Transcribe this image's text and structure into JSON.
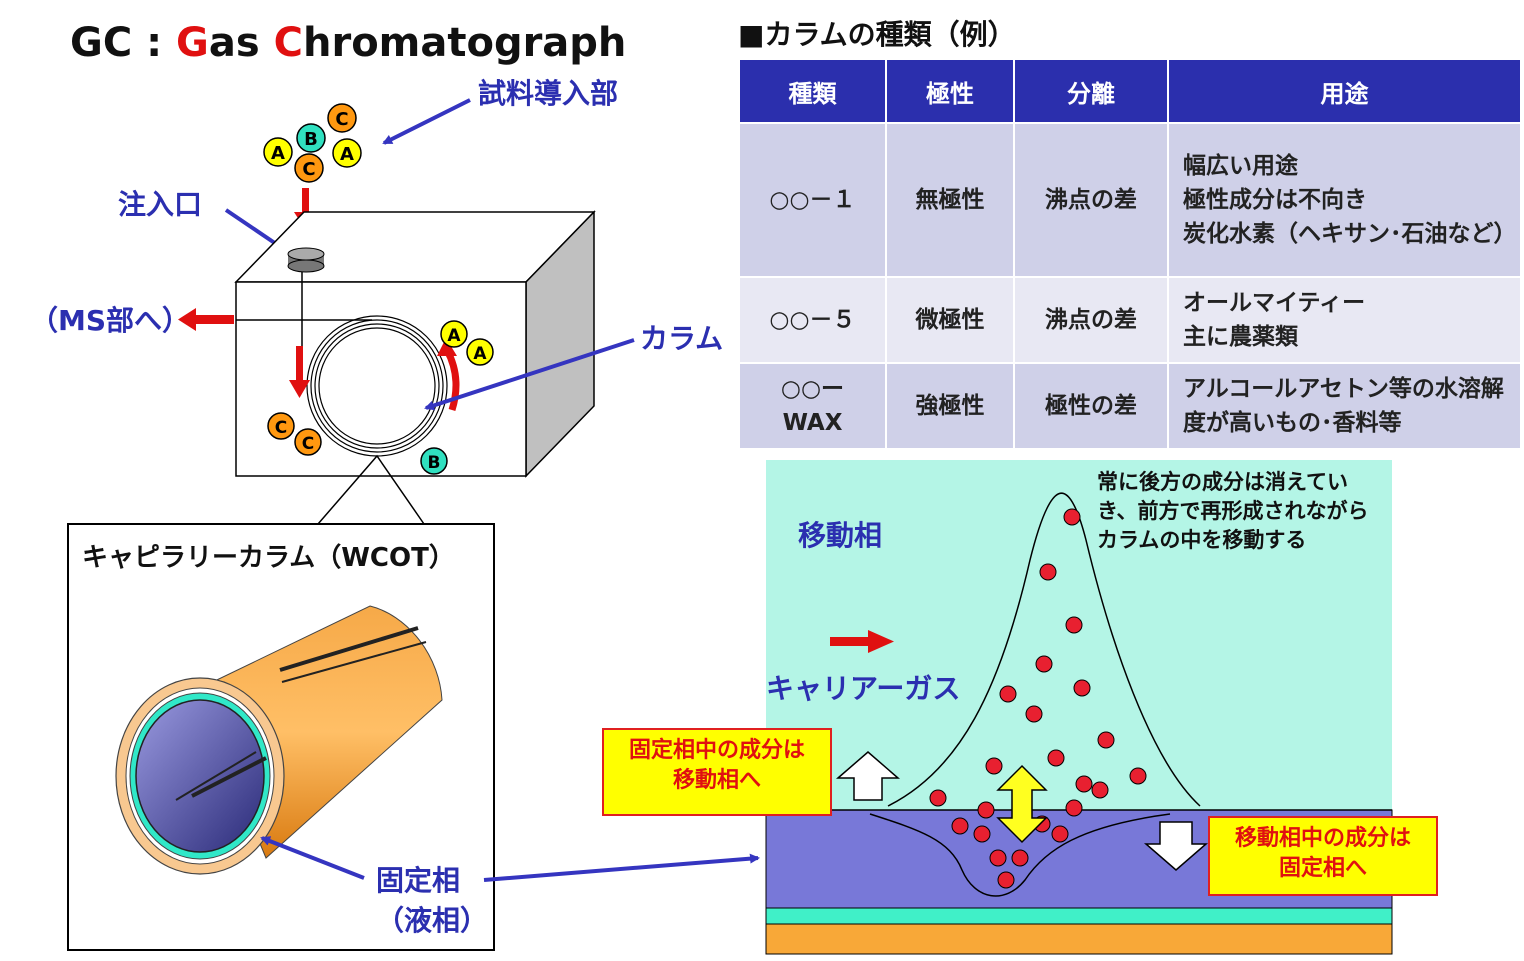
{
  "title": {
    "pre": "GC : ",
    "g": "G",
    "mid": "as ",
    "c": "C",
    "post": "hromatograph"
  },
  "labels": {
    "sample_inlet": "試料導入部",
    "injection_port": "注入口",
    "to_ms": "（MS部へ）",
    "column": "カラム",
    "capillary_title": "キャピラリーカラム（WCOT）",
    "stationary_phase": "固定相",
    "stationary_phase_sub": "（液相）"
  },
  "molecules": {
    "a": "A",
    "b": "B",
    "c": "C"
  },
  "table": {
    "heading": "■カラムの種類（例）",
    "headers": [
      "種類",
      "極性",
      "分離",
      "用途"
    ],
    "rows": [
      {
        "type": "○○－１",
        "polarity": "無極性",
        "separation": "沸点の差",
        "use": "幅広い用途\n極性成分は不向き\n炭化水素（ヘキサン･石油など）"
      },
      {
        "type": "○○－５",
        "polarity": "微極性",
        "separation": "沸点の差",
        "use": "オールマイティー\n主に農薬類"
      },
      {
        "type": "○○ー\nWAX",
        "polarity": "強極性",
        "separation": "極性の差",
        "use": "アルコールアセトン等の水溶解度が高いもの･香料等"
      }
    ]
  },
  "diagram": {
    "mobile_phase": "移動相",
    "carrier_gas": "キャリアーガス",
    "peak_note": "常に後方の成分は消えてい\nき、前方で再形成されながら\nカラムの中を移動する",
    "stat_to_mobile": "固定相中の成分は\n移動相へ",
    "mobile_to_stat": "移動相中の成分は\n固定相へ"
  },
  "colors": {
    "navy_label": "#2b2fb0",
    "red": "#e01010",
    "table_header": "#2b2fad",
    "mobile_bg": "#b4f5e6",
    "stationary": "#7878d8",
    "cyan_layer": "#40f0c8",
    "tube": "#f8a838",
    "mol_a": "#ffff00",
    "mol_b": "#30e0c0",
    "mol_c": "#ff9810"
  }
}
